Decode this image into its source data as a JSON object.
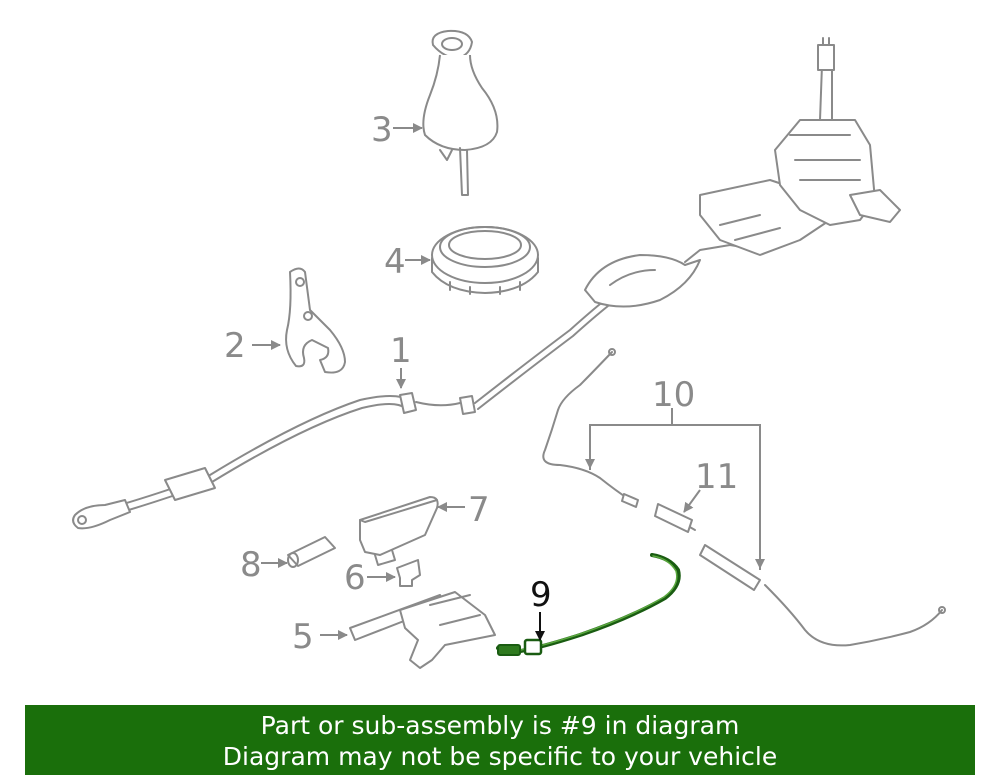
{
  "callouts": [
    {
      "label": "1"
    },
    {
      "label": "2"
    },
    {
      "label": "3"
    },
    {
      "label": "4"
    },
    {
      "label": "5"
    },
    {
      "label": "6"
    },
    {
      "label": "7"
    },
    {
      "label": "8"
    },
    {
      "label": "9"
    },
    {
      "label": "10"
    },
    {
      "label": "11"
    }
  ],
  "highlight": {
    "part_number": "9",
    "color": "#1a5c12"
  },
  "banner": {
    "line1": "Part or sub-assembly is #9 in diagram",
    "line2": "Diagram may not be specific to your vehicle",
    "background": "#1a6f0b",
    "text_color": "#ffffff"
  },
  "colors": {
    "line_art": "#8a8a8a",
    "highlight_callout": "#111111"
  }
}
